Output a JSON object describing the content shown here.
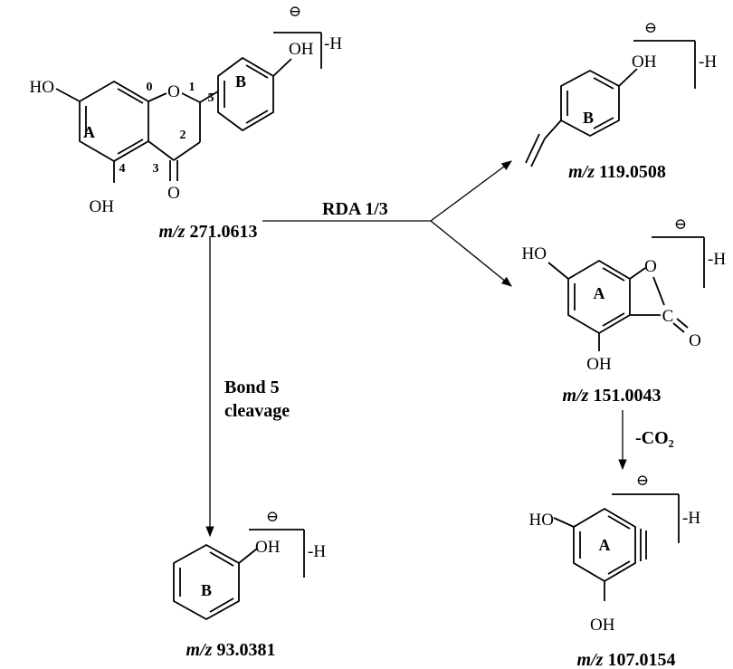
{
  "parent": {
    "mass": "m/z 271.0613",
    "oh_a7": "HO",
    "oh_a5": "OH",
    "oh_b": "OH",
    "ring_o": "O",
    "carbonyl_o": "O",
    "ring_a": "A",
    "ring_b": "B",
    "pos_0": "0",
    "pos_1": "1",
    "pos_2": "2",
    "pos_3": "3",
    "pos_4": "4",
    "pos_5": "5",
    "charge": "⊖",
    "minus_h": "-H"
  },
  "rda": {
    "label": "RDA  1/3"
  },
  "frag_119": {
    "mass": "m/z 119.0508",
    "oh": "OH",
    "ring": "B",
    "charge": "⊖",
    "minus_h": "-H"
  },
  "frag_151": {
    "mass": "m/z 151.0043",
    "ho": "HO",
    "oh": "OH",
    "ring_o": "O",
    "carbon": "C",
    "carbonyl_o": "O",
    "ring": "A",
    "charge": "⊖",
    "minus_h": "-H"
  },
  "co2_loss": {
    "label": "-CO₂"
  },
  "frag_107": {
    "mass": "m/z 107.0154",
    "ho": "HO",
    "oh": "OH",
    "ring": "A",
    "charge": "⊖",
    "minus_h": "-H"
  },
  "bond5": {
    "line1": "Bond 5",
    "line2": "cleavage"
  },
  "frag_93": {
    "mass": "m/z 93.0381",
    "oh": "OH",
    "ring": "B",
    "charge": "⊖",
    "minus_h": "-H"
  }
}
